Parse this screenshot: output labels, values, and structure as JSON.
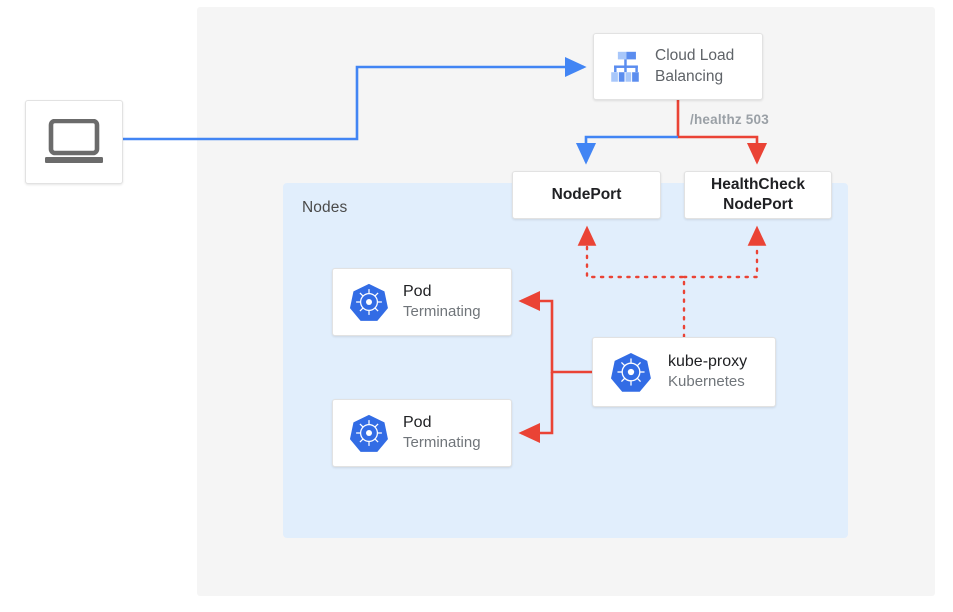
{
  "diagram": {
    "regions": {
      "outer_panel_name": "diagram-background",
      "nodes_label": "Nodes"
    },
    "nodes": [
      {
        "id": "client",
        "icon": "laptop-icon",
        "label": ""
      },
      {
        "id": "cloud-load-balancing",
        "icon": "cloud-load-balancing-icon",
        "title": "Cloud Load",
        "title2": "Balancing"
      },
      {
        "id": "nodeport",
        "title": "NodePort"
      },
      {
        "id": "healthcheck-nodeport",
        "title": "HealthCheck",
        "title2": "NodePort"
      },
      {
        "id": "pod-1",
        "icon": "kubernetes-icon",
        "title": "Pod",
        "subtitle": "Terminating"
      },
      {
        "id": "pod-2",
        "icon": "kubernetes-icon",
        "title": "Pod",
        "subtitle": "Terminating"
      },
      {
        "id": "kube-proxy",
        "icon": "kubernetes-icon",
        "title": "kube-proxy",
        "subtitle": "Kubernetes"
      }
    ],
    "edge_labels": {
      "healthz": "/healthz 503"
    },
    "colors": {
      "blue_wire": "#4285f4",
      "red_wire": "#ea4335",
      "nodes_background": "#e1eefc",
      "panel_background": "#f5f5f5",
      "kubernetes_blue": "#326ce5",
      "muted_text": "#70757a",
      "label_gray": "#9aa0a6"
    }
  }
}
